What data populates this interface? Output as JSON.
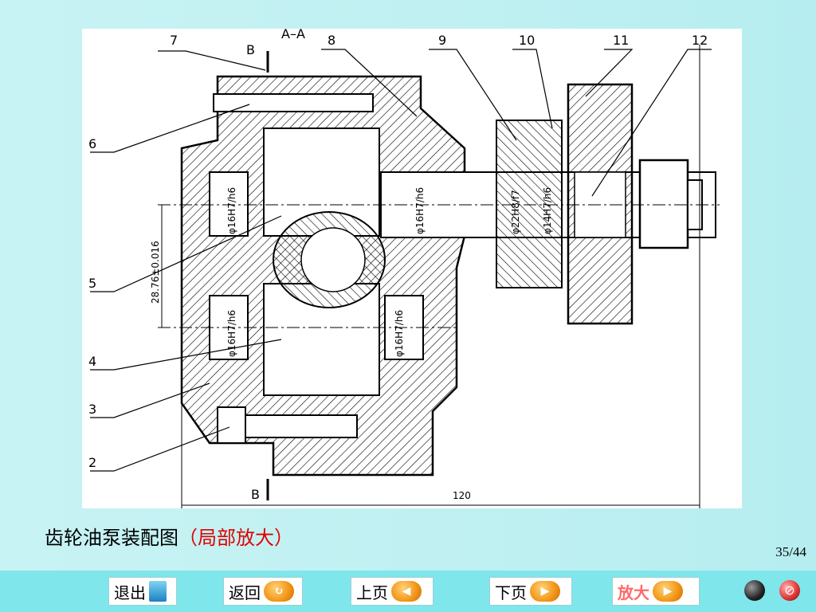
{
  "drawing": {
    "section_title": "A–A",
    "section_marks": [
      "B",
      "B"
    ],
    "part_numbers": [
      "7",
      "8",
      "9",
      "10",
      "11",
      "12",
      "6",
      "5",
      "4",
      "3",
      "2"
    ],
    "tolerances": [
      "φ16H7/h6",
      "φ16H7/h6",
      "φ22H8/f7",
      "φ14H7/h6",
      "φ16H7/h6",
      "φ16H7/h6"
    ],
    "center_distance": "28.76±0.016",
    "overall_length": "120"
  },
  "caption": {
    "main": "齿轮油泵装配图",
    "highlight": "（局部放大）"
  },
  "page_number": "35/44",
  "nav": {
    "exit": "退出",
    "back": "返回",
    "prev": "上页",
    "next": "下页",
    "zoom": "放大"
  },
  "icons": {
    "exit": "exit-door-icon",
    "back": "return-arrow-icon",
    "prev": "left-arrow-icon",
    "next": "right-arrow-icon",
    "zoom": "right-arrow-icon",
    "dark": "black-circle-icon",
    "close": "close-circle-icon"
  },
  "colors": {
    "background": "#c0f0f2",
    "navbar": "#7fe6ec",
    "highlight": "#e00000"
  }
}
